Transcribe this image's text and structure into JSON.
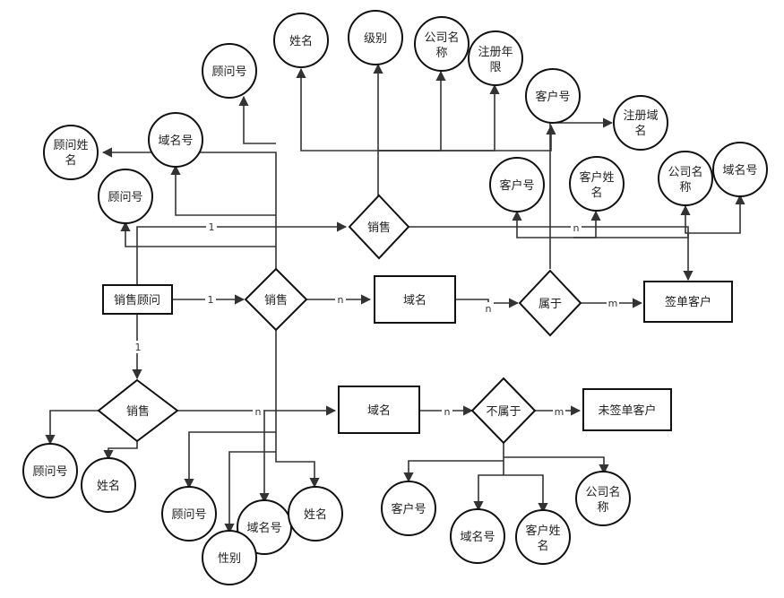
{
  "entities": {
    "sales_consultant": "销售顾问",
    "domain_a": "域名",
    "signed_customer": "签单客户",
    "domain_b": "域名",
    "unsigned_customer": "未签单客户"
  },
  "relations": {
    "sales_top": "销售",
    "sales_mid": "销售",
    "sales_low": "销售",
    "belongs": "属于",
    "not_belongs": "不属于"
  },
  "attributes": {
    "consultant_name_top": "顾问姓名",
    "domain_no_top": "域名号",
    "consultant_no_left": "顾问号",
    "consultant_no_top": "顾问号",
    "name_top": "姓名",
    "level": "级别",
    "company_name_top": "公司名称",
    "reg_years": "注册年限",
    "customer_no_top": "客户号",
    "reg_domain": "注册域名",
    "customer_no_mid": "客户号",
    "customer_name_mid": "客户姓名",
    "company_name_right": "公司名称",
    "domain_no_right": "域名号",
    "consultant_no_bl": "顾问号",
    "name_bl": "姓名",
    "consultant_no_bm": "顾问号",
    "domain_no_bm": "域名号",
    "name_bm": "姓名",
    "gender": "性别",
    "customer_no_br": "客户号",
    "domain_no_br": "域名号",
    "customer_name_br": "客户姓名",
    "company_name_br": "公司名称"
  },
  "cardinalities": {
    "c_top_1": "1",
    "c_mid_1": "1",
    "c_mid_n": "n",
    "c_belong_n": "n",
    "c_belong_m": "m",
    "c_low_1": "1",
    "c_low_n": "n",
    "c_notbelong_n": "n",
    "c_notbelong_m": "m",
    "c_top_n": "n"
  }
}
